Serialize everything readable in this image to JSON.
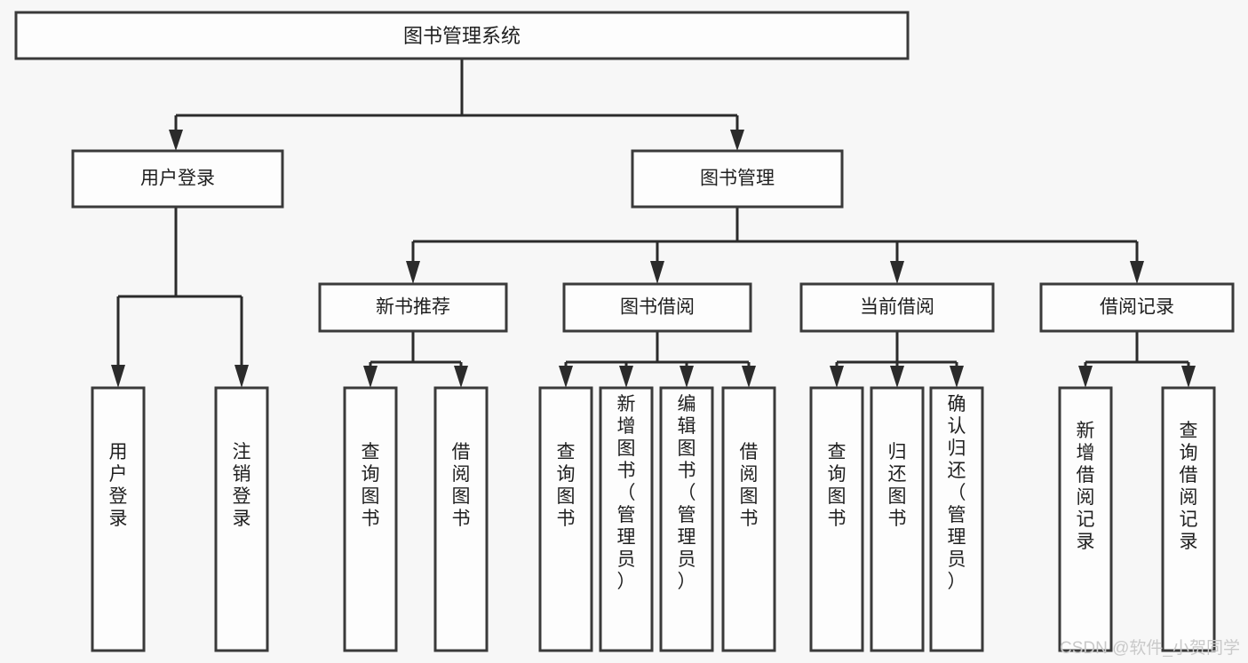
{
  "diagram": {
    "title": "图书管理系统",
    "type": "hierarchy-tree",
    "root": {
      "id": "root",
      "label": "图书管理系统"
    },
    "level2": [
      {
        "id": "user-login",
        "label": "用户登录"
      },
      {
        "id": "book-manage",
        "label": "图书管理"
      }
    ],
    "level3": [
      {
        "id": "new-book-recommend",
        "label": "新书推荐",
        "parent": "book-manage"
      },
      {
        "id": "book-borrow",
        "label": "图书借阅",
        "parent": "book-manage"
      },
      {
        "id": "current-borrow",
        "label": "当前借阅",
        "parent": "book-manage"
      },
      {
        "id": "borrow-record",
        "label": "借阅记录",
        "parent": "book-manage"
      }
    ],
    "leaves": [
      {
        "id": "leaf-user-login",
        "label": "用户登录",
        "parent": "user-login"
      },
      {
        "id": "leaf-user-logout",
        "label": "注销登录",
        "parent": "user-login"
      },
      {
        "id": "leaf-query-book-1",
        "label": "查询图书",
        "parent": "new-book-recommend"
      },
      {
        "id": "leaf-borrow-book-1",
        "label": "借阅图书",
        "parent": "new-book-recommend"
      },
      {
        "id": "leaf-query-book-2",
        "label": "查询图书",
        "parent": "book-borrow"
      },
      {
        "id": "leaf-add-book",
        "label": "新增图书（管理员）",
        "parent": "book-borrow"
      },
      {
        "id": "leaf-edit-book",
        "label": "编辑图书（管理员）",
        "parent": "book-borrow"
      },
      {
        "id": "leaf-borrow-book-2",
        "label": "借阅图书",
        "parent": "book-borrow"
      },
      {
        "id": "leaf-query-book-3",
        "label": "查询图书",
        "parent": "current-borrow"
      },
      {
        "id": "leaf-return-book",
        "label": "归还图书",
        "parent": "current-borrow"
      },
      {
        "id": "leaf-confirm-return",
        "label": "确认归还（管理员）",
        "parent": "current-borrow"
      },
      {
        "id": "leaf-add-record",
        "label": "新增借阅记录",
        "parent": "borrow-record"
      },
      {
        "id": "leaf-query-record",
        "label": "查询借阅记录",
        "parent": "borrow-record"
      }
    ],
    "colors": {
      "background": "#f7f7f7",
      "box_fill": "#fdfdfd",
      "box_stroke": "#3a3a3a",
      "connector": "#2b2b2b",
      "text": "#202020",
      "watermark": "#c9c9c9"
    }
  },
  "watermark": {
    "text": "CSDN @软件_小贺同学"
  }
}
